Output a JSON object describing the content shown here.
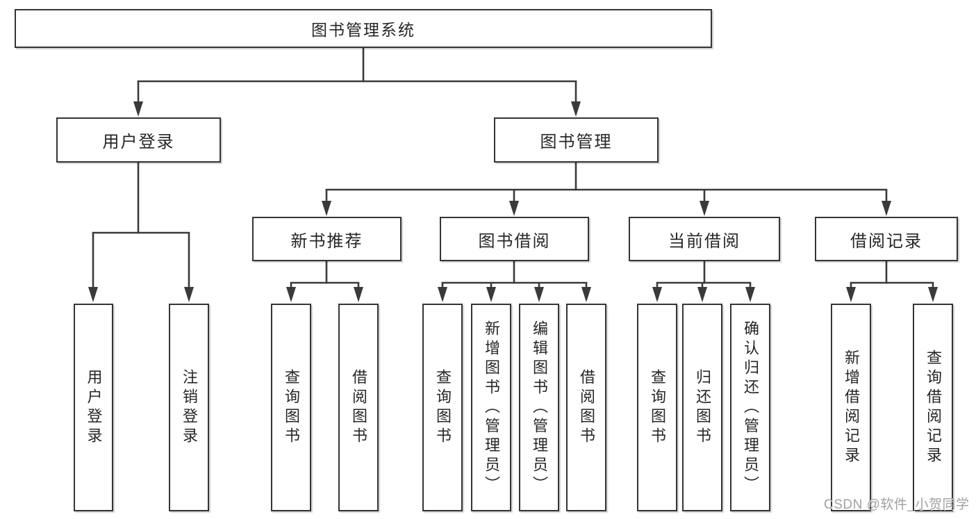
{
  "diagram": {
    "tree": {
      "label": "图书管理系统",
      "children": [
        {
          "label": "用户登录",
          "children": [
            {
              "label": "用户登录"
            },
            {
              "label": "注销登录"
            }
          ]
        },
        {
          "label": "图书管理",
          "children": [
            {
              "label": "新书推荐",
              "children": [
                {
                  "label": "查询图书"
                },
                {
                  "label": "借阅图书"
                }
              ]
            },
            {
              "label": "图书借阅",
              "children": [
                {
                  "label": "查询图书"
                },
                {
                  "label": "新增图书（管理员）"
                },
                {
                  "label": "编辑图书（管理员）"
                },
                {
                  "label": "借阅图书"
                }
              ]
            },
            {
              "label": "当前借阅",
              "children": [
                {
                  "label": "查询图书"
                },
                {
                  "label": "归还图书"
                },
                {
                  "label": "确认归还（管理员）"
                }
              ]
            },
            {
              "label": "借阅记录",
              "children": [
                {
                  "label": "新增借阅记录"
                },
                {
                  "label": "查询借阅记录"
                }
              ]
            }
          ]
        }
      ]
    }
  },
  "watermark": {
    "text": "CSDN @软件_小贺同学"
  },
  "colors": {
    "line": "#3a3a3a",
    "box_border": "#343434",
    "text": "#262626",
    "watermark": "#a0a0a0",
    "background": "#ffffff"
  }
}
